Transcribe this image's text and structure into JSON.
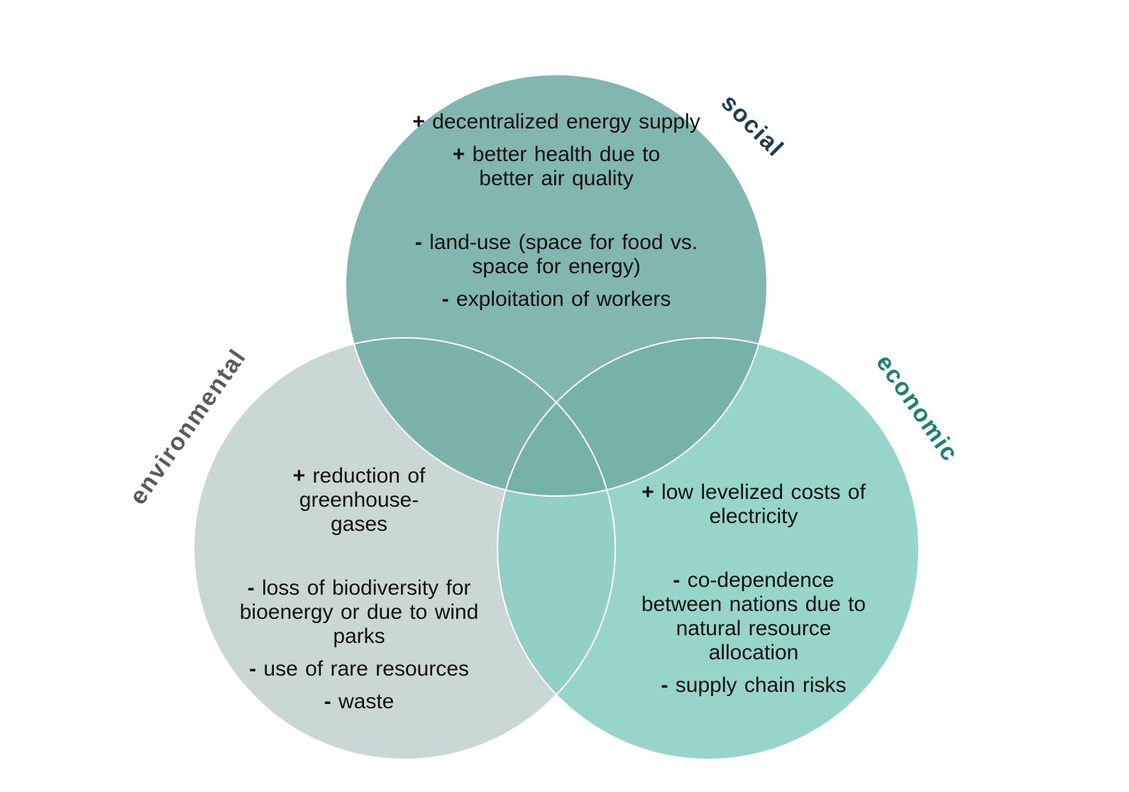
{
  "colors": {
    "social": "#6fada5",
    "environmental": "#c3d3d0",
    "economic": "#8ccfc4",
    "label_social": "#1d3c55",
    "label_environmental": "#5a5a5a",
    "label_economic": "#1a7f74"
  },
  "labels": {
    "social": "social",
    "environmental": "environmental",
    "economic": "economic"
  },
  "social": {
    "pos1": {
      "sym": "+",
      "text": " decentralized energy supply"
    },
    "pos2": {
      "sym": "+",
      "text": " better health due to better air quality"
    },
    "neg1": {
      "sym": "-",
      "text": " land-use (space for food vs. space for energy)"
    },
    "neg2": {
      "sym": "-",
      "text": " exploitation of workers"
    }
  },
  "environmental": {
    "pos1": {
      "sym": "+",
      "text": " reduction of greenhouse-gases"
    },
    "neg1": {
      "sym": "-",
      "text": " loss of biodiversity for bioenergy or due to wind parks"
    },
    "neg2": {
      "sym": "-",
      "text": " use of rare resources"
    },
    "neg3": {
      "sym": "-",
      "text": " waste"
    }
  },
  "economic": {
    "pos1": {
      "sym": "+",
      "text": " low levelized costs of electricity"
    },
    "neg1": {
      "sym": "-",
      "text": " co-dependence between nations due to natural resource allocation"
    },
    "neg2": {
      "sym": "-",
      "text": " supply chain risks"
    }
  }
}
